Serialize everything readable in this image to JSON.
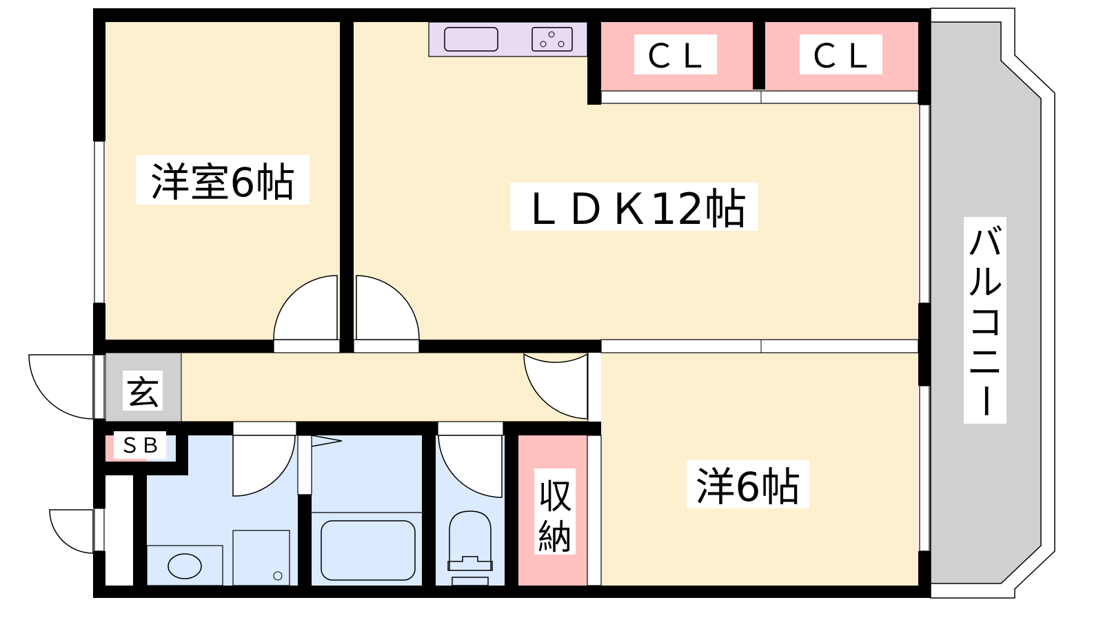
{
  "rooms": {
    "western_room_1": "洋室6帖",
    "ldk": "ＬＤＫ12帖",
    "western_room_2": "洋6帖",
    "closet_1": "ＣＬ",
    "closet_2": "ＣＬ",
    "entrance": "玄",
    "shoe_box": "ＳＢ",
    "storage_line1": "収",
    "storage_line2": "納",
    "balcony_chars": [
      "バ",
      "ル",
      "コ",
      "ニ",
      "ー"
    ]
  },
  "colors": {
    "room": "#fdf0cf",
    "closet": "#ffc0c0",
    "wet": "#dbeaff",
    "entrance": "#d0d0d0",
    "kitchen": "#e8dcf5",
    "wall": "#000000"
  }
}
